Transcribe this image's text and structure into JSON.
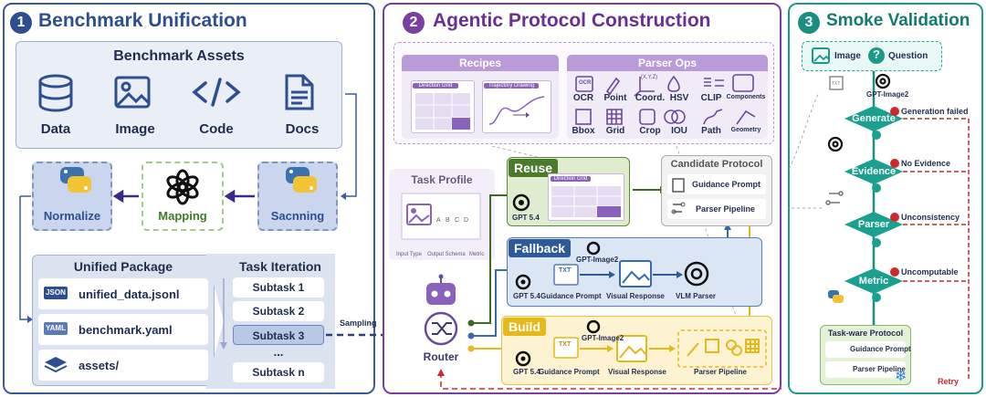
{
  "panel1": {
    "number": "1",
    "title": "Benchmark Unification",
    "assets_title": "Benchmark Assets",
    "assets": [
      "Data",
      "Image",
      "Code",
      "Docs"
    ],
    "normalize": "Normalize",
    "mapping": "Mapping",
    "scanning": "Sacnning",
    "package_title": "Unified Package",
    "files": [
      "unified_data.jsonl",
      "benchmark.yaml",
      "assets/"
    ],
    "file_icons": [
      "JSON",
      "YAML"
    ],
    "iteration_title": "Task Iteration",
    "subtasks": [
      "Subtask 1",
      "Subtask 2",
      "Subtask 3",
      "...",
      "Subtask n"
    ],
    "sampling": "Sampling"
  },
  "panel2": {
    "number": "2",
    "title": "Agentic Protocol Construction",
    "recipes_title": "Recipes",
    "recipe_cards": [
      "Direction Grid",
      "Trajectory Drawing"
    ],
    "parser_ops_title": "Parser Ops",
    "ops_row1": [
      "OCR",
      "Point",
      "Coord.",
      "HSV",
      "CLIP",
      "Components"
    ],
    "ops_row2": [
      "Bbox",
      "Grid",
      "Crop",
      "IOU",
      "Path",
      "Geometry"
    ],
    "ocr_glyph": "OCR",
    "coord_glyph": "(X,Y,Z)",
    "task_profile_title": "Task Profile",
    "task_profile_fields": [
      "Input Type",
      "Output Schema",
      "Metric"
    ],
    "task_profile_letters": [
      "A",
      "B",
      "C",
      "D"
    ],
    "router": "Router",
    "reuse": {
      "label": "Reuse",
      "model": "GPT 5.4",
      "card_title": "Direction Grid"
    },
    "candidate": {
      "title": "Candidate Protocol",
      "guidance": "Guidance Prompt",
      "pipeline": "Parser Pipeline"
    },
    "fallback": {
      "label": "Fallback",
      "model_a": "GPT 5.4",
      "image_model": "GPT-Image2",
      "steps": [
        "Guidance Prompt",
        "Visual Response",
        "VLM Parser"
      ],
      "txt_glyph": "TXT"
    },
    "build": {
      "label": "Build",
      "model_a": "GPT 5.4",
      "image_model": "GPT-Image2",
      "steps": [
        "Guidance Prompt",
        "Visual Response",
        "Parser Pipeline"
      ],
      "txt_glyph": "TXT"
    }
  },
  "panel3": {
    "number": "3",
    "title": "Smoke Validation",
    "inputs": [
      "Image",
      "Question"
    ],
    "image_model": "GPT-Image2",
    "txt_glyph": "TXT",
    "checks": [
      "Generate",
      "Evidence",
      "Parser",
      "Metric"
    ],
    "failures": [
      "Generation failed",
      "No Evidence",
      "Unconsistency",
      "Uncomputable"
    ],
    "protocol_title": "Task-ware Protocol",
    "protocol_items": [
      "Guidance Prompt",
      "Parser Pipeline"
    ],
    "retry": "Retry"
  },
  "colors": {
    "panel1_border": "#3a5a9a",
    "panel2_border": "#7a3fa3",
    "panel3_border": "#1f9a8a",
    "reuse_green": "#5a8a3a",
    "fallback_blue": "#3a6aaa",
    "build_yellow": "#e6b818",
    "check_teal": "#1aa08e",
    "fail_red": "#cc2a2a"
  }
}
